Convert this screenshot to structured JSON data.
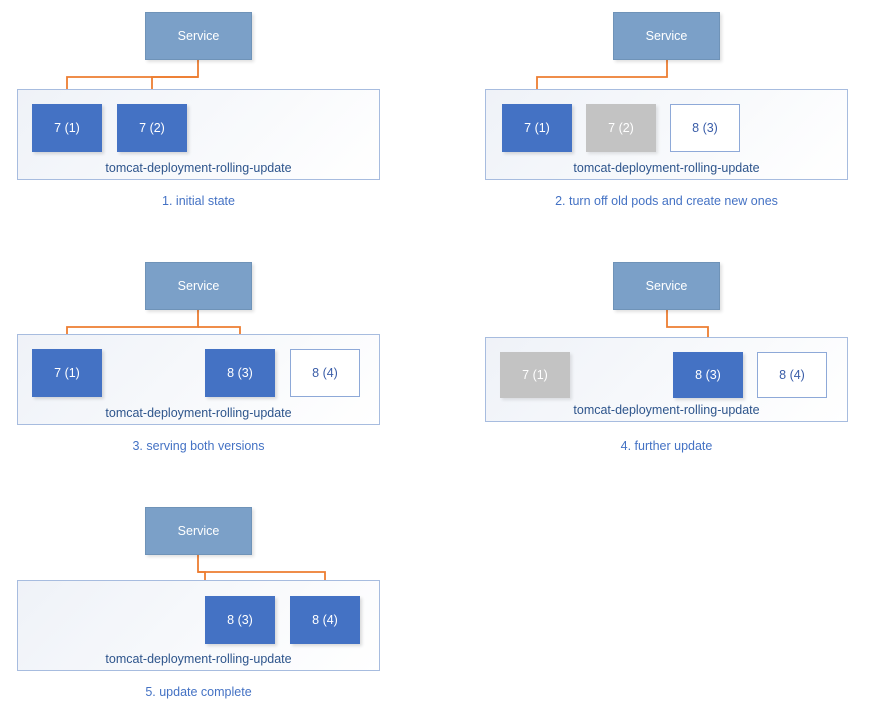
{
  "diagram": {
    "title": "Kubernetes rolling update sequence",
    "colors": {
      "pod_active": "#4472C4",
      "pod_terminating": "#C3C3C3",
      "pod_pending": "#FFFFFF",
      "pod_pending_border": "#8EA9D8",
      "service": "#7BA0C8",
      "connector": "#ED7D31",
      "caption": "#4472C4",
      "deployment_border": "#A7BCDF"
    },
    "service_label": "Service",
    "deployment_label": "tomcat-deployment-rolling-update",
    "panels": [
      {
        "id": "panel-1",
        "caption": "1. initial state",
        "service_label": "Service",
        "deployment_label": "tomcat-deployment-rolling-update",
        "pods": [
          {
            "label": "7 (1)",
            "state": "blue"
          },
          {
            "label": "7 (2)",
            "state": "blue"
          }
        ]
      },
      {
        "id": "panel-2",
        "caption": "2. turn off old pods and create new ones",
        "service_label": "Service",
        "deployment_label": "tomcat-deployment-rolling-update",
        "pods": [
          {
            "label": "7 (1)",
            "state": "blue"
          },
          {
            "label": "7 (2)",
            "state": "gray"
          },
          {
            "label": "8 (3)",
            "state": "outline"
          }
        ]
      },
      {
        "id": "panel-3",
        "caption": "3. serving both versions",
        "service_label": "Service",
        "deployment_label": "tomcat-deployment-rolling-update",
        "pods": [
          {
            "label": "7 (1)",
            "state": "blue"
          },
          {
            "label": "8 (3)",
            "state": "blue"
          },
          {
            "label": "8 (4)",
            "state": "outline"
          }
        ]
      },
      {
        "id": "panel-4",
        "caption": "4. further update",
        "service_label": "Service",
        "deployment_label": "tomcat-deployment-rolling-update",
        "pods": [
          {
            "label": "7 (1)",
            "state": "gray"
          },
          {
            "label": "8 (3)",
            "state": "blue"
          },
          {
            "label": "8 (4)",
            "state": "outline"
          }
        ]
      },
      {
        "id": "panel-5",
        "caption": "5. update complete",
        "service_label": "Service",
        "deployment_label": "tomcat-deployment-rolling-update",
        "pods": [
          {
            "label": "8 (3)",
            "state": "blue"
          },
          {
            "label": "8 (4)",
            "state": "blue"
          }
        ]
      }
    ]
  }
}
